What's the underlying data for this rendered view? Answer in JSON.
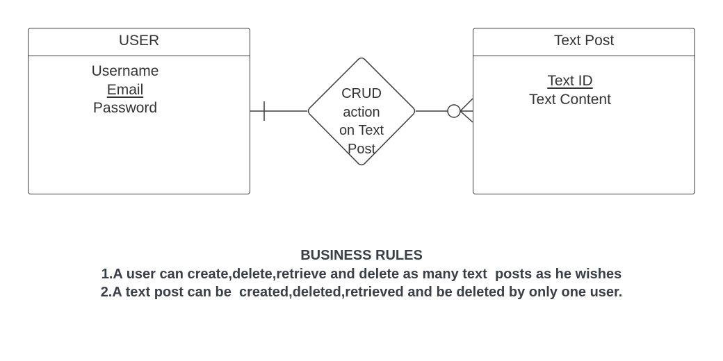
{
  "diagram": {
    "entities": [
      {
        "id": "user",
        "title": "USER",
        "attributes": [
          {
            "text": "Username",
            "key": false
          },
          {
            "text": "Email",
            "key": true
          },
          {
            "text": "Password",
            "key": false
          }
        ]
      },
      {
        "id": "text-post",
        "title": "Text Post",
        "attributes": [
          {
            "text": "Text ID",
            "key": true
          },
          {
            "text": "Text Content",
            "key": false
          }
        ]
      }
    ],
    "relationship": {
      "label_lines": [
        "CRUD",
        "action",
        "on Text",
        "Post"
      ],
      "left_cardinality": "one",
      "right_cardinality": "zero-or-many"
    },
    "line_color": "#3a3a3a"
  },
  "business_rules": {
    "title": "BUSINESS RULES",
    "rules": [
      "1.A user can create,delete,retrieve and delete as many text  posts as he wishes",
      "2.A text post can be  created,deleted,retrieved and be deleted by only one user."
    ]
  }
}
